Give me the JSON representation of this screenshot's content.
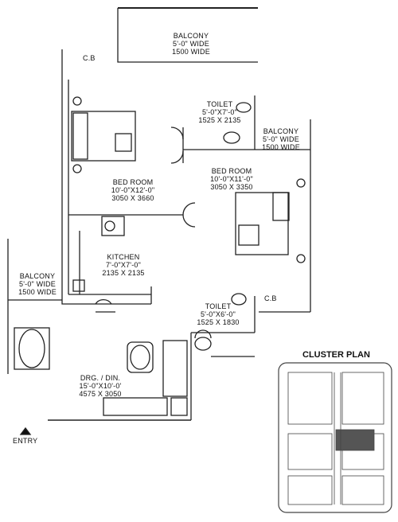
{
  "rooms": {
    "balcony_top": {
      "name": "BALCONY",
      "dim1": "5'-0\" WIDE",
      "dim2": "1500 WIDE"
    },
    "balcony_right": {
      "name": "BALCONY",
      "dim1": "5'-0\" WIDE",
      "dim2": "1500 WIDE"
    },
    "balcony_left": {
      "name": "BALCONY",
      "dim1": "5'-0\" WIDE",
      "dim2": "1500 WIDE"
    },
    "bedroom_1": {
      "name": "BED ROOM",
      "dim1": "10'-0\"X12'-0\"",
      "dim2": "3050 X 3660"
    },
    "bedroom_2": {
      "name": "BED ROOM",
      "dim1": "10'-0\"X11'-0\"",
      "dim2": "3050 X 3350"
    },
    "toilet_1": {
      "name": "TOILET",
      "dim1": "5'-0\"X7'-0\"",
      "dim2": "1525 X 2135"
    },
    "toilet_2": {
      "name": "TOILET",
      "dim1": "5'-0\"X6'-0\"",
      "dim2": "1525 X 1830"
    },
    "kitchen": {
      "name": "KITCHEN",
      "dim1": "7'-0\"X7'-0\"",
      "dim2": "2135 X 2135"
    },
    "drawing_dining": {
      "name": "DRG. / DIN.",
      "dim1": "15'-0\"X10'-0'",
      "dim2": "4575 X 3050"
    }
  },
  "cb_labels": {
    "top": "C.B",
    "right": "C.B"
  },
  "entry_label": "ENTRY",
  "cluster_plan_title": "CLUSTER PLAN",
  "colors": {
    "line": "#222222",
    "background": "#ffffff"
  }
}
